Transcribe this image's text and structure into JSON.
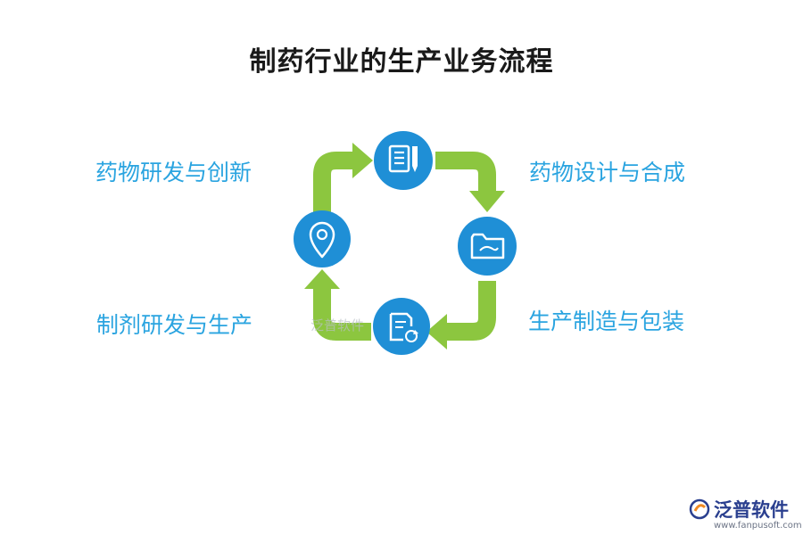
{
  "title": "制药行业的生产业务流程",
  "steps": {
    "top_left": "药物研发与创新",
    "top_right": "药物设计与合成",
    "bottom_left": "制剂研发与生产",
    "bottom_right": "生产制造与包装"
  },
  "watermark": "泛普软件",
  "brand": {
    "name": "泛普软件",
    "url": "www.fanpusoft.com"
  },
  "colors": {
    "arrow_green": "#8cc63f",
    "node_blue": "#1f8fd6",
    "label_blue": "#2aa4e0",
    "brand_navy": "#2a3f8f",
    "brand_orange": "#f08a24"
  },
  "icons": {
    "top": "document-pencil-icon",
    "right": "folder-icon",
    "bottom": "document-refresh-icon",
    "left": "location-pin-icon"
  }
}
